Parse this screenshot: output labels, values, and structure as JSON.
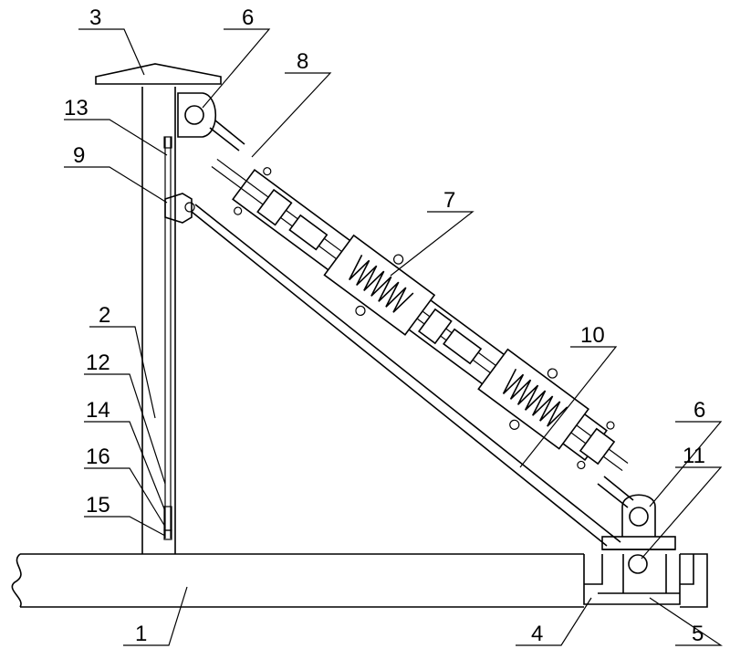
{
  "labels": {
    "l1": "1",
    "l2": "2",
    "l3": "3",
    "l4": "4",
    "l5": "5",
    "l6a": "6",
    "l6b": "6",
    "l7": "7",
    "l8": "8",
    "l9": "9",
    "l10": "10",
    "l11": "11",
    "l12": "12",
    "l13": "13",
    "l14": "14",
    "l15": "15",
    "l16": "16"
  }
}
